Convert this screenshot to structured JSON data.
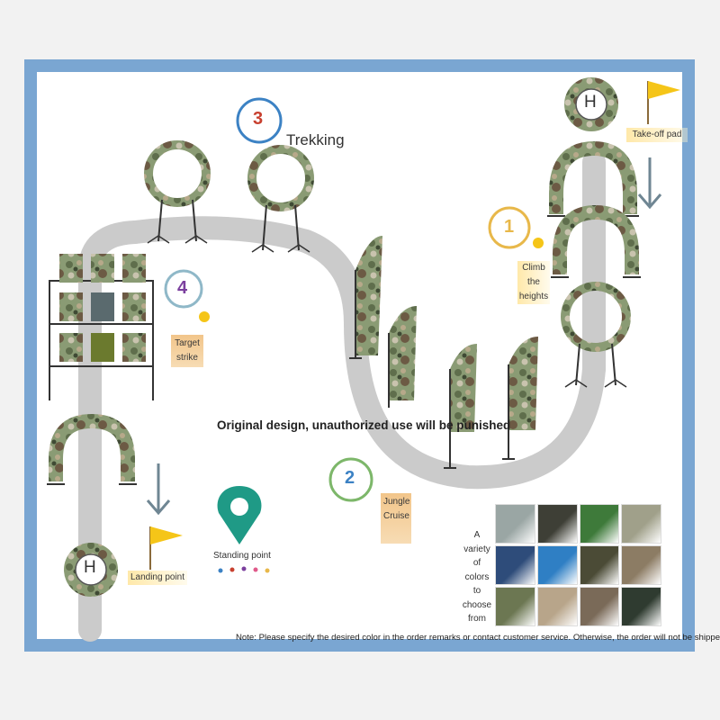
{
  "title_trekking": "Trekking",
  "warning": "Original design, unauthorized use will be punished",
  "note": "Note: Please specify the desired color in the order remarks or contact customer service. Otherwise, the order will not be shipped.",
  "stations": [
    {
      "number": "1",
      "label": "Climb the heights",
      "color": "#e8b84a"
    },
    {
      "number": "2",
      "label": "Jungle Cruise",
      "color": "#7db76a"
    },
    {
      "number": "3",
      "label": "Trekking",
      "color": "#c8402f"
    },
    {
      "number": "4",
      "label": "Target strike",
      "color": "#7b3f9e"
    }
  ],
  "takeoff_label": "Take-off pad",
  "landing_label": "Landing point",
  "standing_label": "Standing point",
  "helipad_letter": "H",
  "variety_text": "A variety of colors to choose from",
  "colors": {
    "frame": "#7aa6d2",
    "path": "#c9c9c9",
    "camo_base": "#8a9b74",
    "pin": "#1f9a86",
    "flag": "#f5c518"
  },
  "swatches": [
    "#9aa6a4",
    "#3e3f36",
    "#3e7a3a",
    "#a0a08a",
    "#2e4c7a",
    "#2f7fc4",
    "#4b4b36",
    "#8c7c64",
    "#6c7752",
    "#b8a58a",
    "#7a6a58",
    "#2f3b30"
  ]
}
